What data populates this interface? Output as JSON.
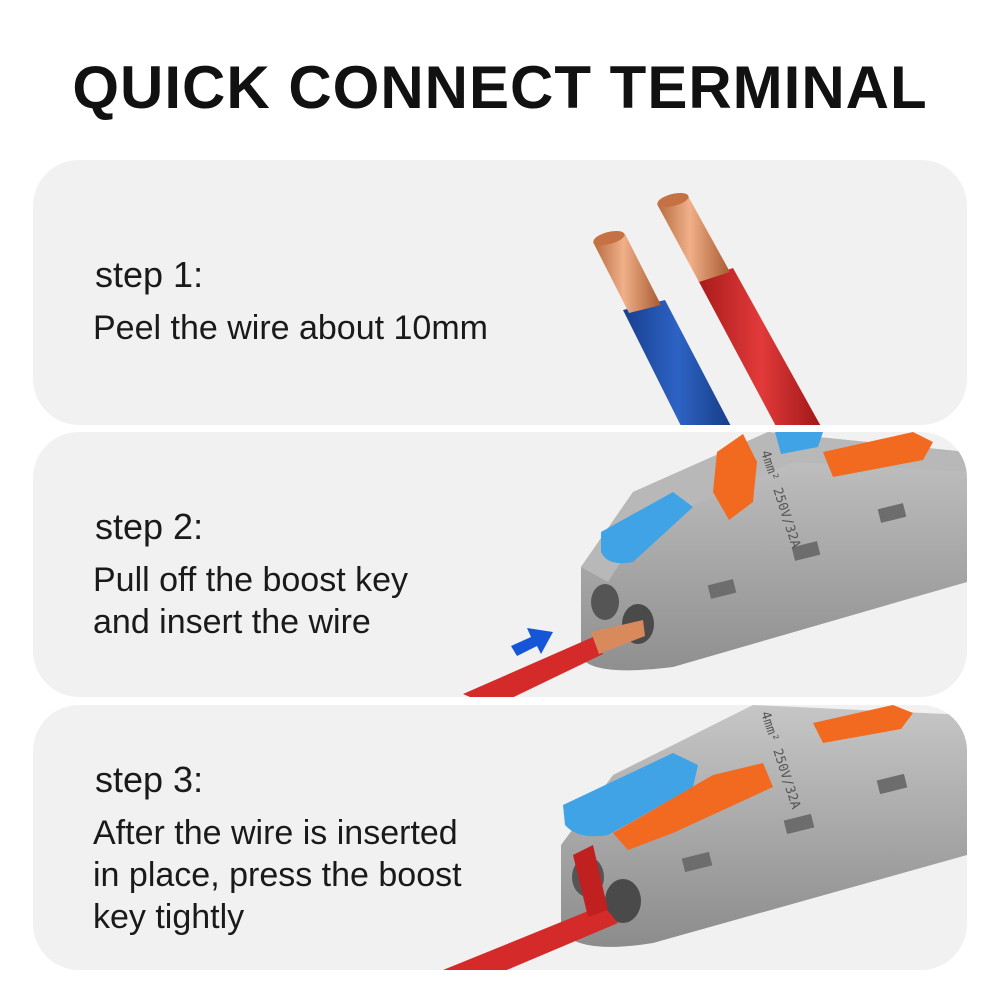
{
  "title": "QUICK CONNECT TERMINAL",
  "steps": [
    {
      "heading": "step 1:",
      "lines": [
        "Peel the wire about 10mm"
      ]
    },
    {
      "heading": "step 2:",
      "lines": [
        "Pull off the boost key",
        "and insert the wire"
      ]
    },
    {
      "heading": "step 3:",
      "lines": [
        "After the wire is inserted",
        "in place, press the boost",
        "key tightly"
      ]
    }
  ],
  "connector_marking": "4mm² 250V/32A",
  "colors": {
    "panel": "#f1f1f1",
    "copper": "#d88a5c",
    "red_wire": "#d42a2a",
    "blue_wire": "#1f4fa8",
    "housing": "#a8a8a8",
    "blue_key": "#3fa3e6",
    "orange_key": "#f26a1f",
    "arrow": "#1556d9"
  },
  "icons": [
    "arrow-right-icon"
  ]
}
